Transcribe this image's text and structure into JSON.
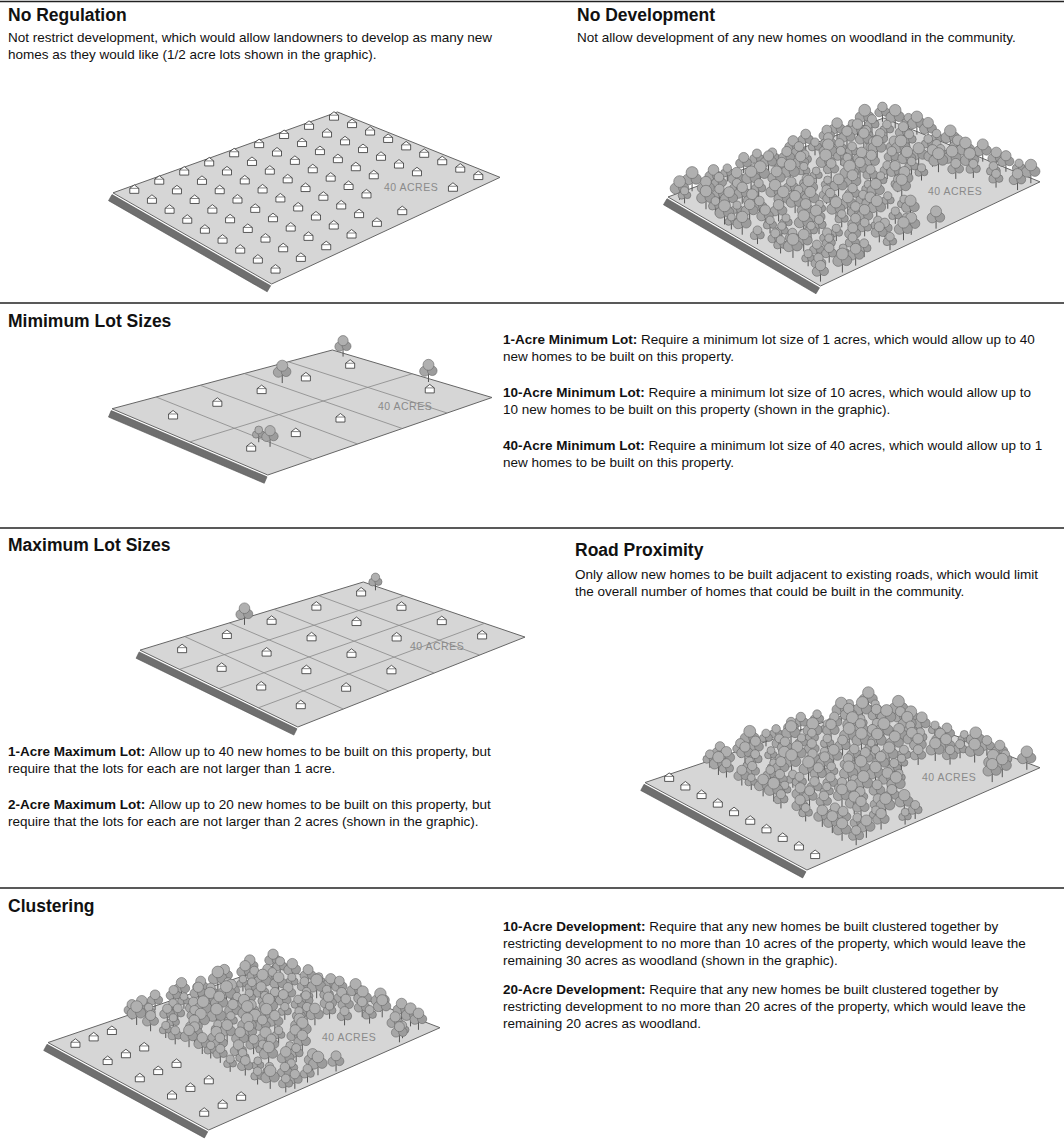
{
  "diagram": {
    "nodes": [
      {
        "text": [
          "40 ACRES"
        ]
      },
      {
        "text": [
          "40 ACRES"
        ]
      },
      {
        "text": [
          "40 ACRES"
        ]
      },
      {
        "text": [
          "40 ACRES"
        ]
      },
      {
        "text": [
          "40 ACRES"
        ]
      },
      {
        "text": [
          "40 ACRES"
        ]
      }
    ],
    "labels": [
      "No Regulation",
      "Not restrict development, which would allow landowners to develop as many new homes as they would like (1/2 acre lots shown in the graphic).",
      "No Development",
      "Not allow development of any new homes on woodland in the community.",
      "Mimimum Lot Sizes",
      "1-Acre Minimum Lot:",
      "Require a minimum lot size of 1 acres, which would allow up to 40 new homes to be built on this property.",
      "10-Acre Minimum Lot:",
      "Require a minimum lot size of 10 acres, which would allow up to 10 new homes to be built on this property (shown in the graphic).",
      "40-Acre Minimum Lot:",
      "Require a minimum lot size of 40 acres, which would allow up to 1 new homes to be built on this property.",
      "Maximum Lot Sizes",
      "1-Acre Maximum Lot:",
      "Allow up to 40 new homes to be built on this property, but require that the lots for each are not larger than 1 acre.",
      "2-Acre Maximum Lot:",
      "Allow up to 20 new homes to be built on this property, but require that the lots for each are not larger than 2 acres (shown in the graphic).",
      "Road Proximity",
      "Only allow new homes to be built adjacent to existing roads, which would limit the overall number of homes that could be built in the community.",
      "Clustering",
      "10-Acre Development:",
      "Require that any new homes be built clustered together by restricting development to no more than 10 acres of the property, which would leave the remaining 30 acres as woodland (shown in the graphic).",
      "20-Acre Development:",
      "Require that any new homes be built clustered together by restricting development to no more than 20 acres of the property, which would leave the remaining 20 acres as woodland."
    ]
  }
}
